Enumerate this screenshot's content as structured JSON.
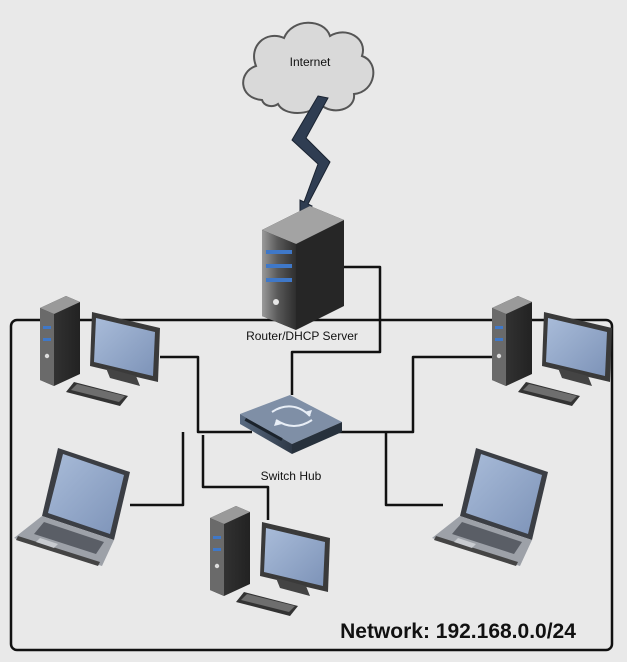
{
  "labels": {
    "internet": "Internet",
    "router": "Router/DHCP Server",
    "switch": "Switch Hub",
    "network": "Network: 192.168.0.0/24"
  },
  "colors": {
    "background": "#e9e9e9",
    "cable": "#111111",
    "cloud_fill": "#d9d9d9",
    "cloud_stroke": "#555555",
    "tower_dark": "#3a3a3a",
    "tower_light": "#8e8e8e",
    "tower_stripe": "#3f78c8",
    "screen": "#8fa6c8",
    "laptop_body": "#b9bcc2",
    "switch_body": "#3c4a5a",
    "switch_top": "#7f8fa6"
  },
  "nodes": [
    {
      "id": "internet",
      "kind": "cloud-icon"
    },
    {
      "id": "router",
      "kind": "server-tower-icon"
    },
    {
      "id": "switch",
      "kind": "switch-hub-icon"
    },
    {
      "id": "desktop-top-left",
      "kind": "desktop-computer-icon"
    },
    {
      "id": "desktop-top-right",
      "kind": "desktop-computer-icon"
    },
    {
      "id": "laptop-left",
      "kind": "laptop-icon"
    },
    {
      "id": "laptop-right",
      "kind": "laptop-icon"
    },
    {
      "id": "desktop-bottom",
      "kind": "desktop-computer-icon"
    }
  ]
}
